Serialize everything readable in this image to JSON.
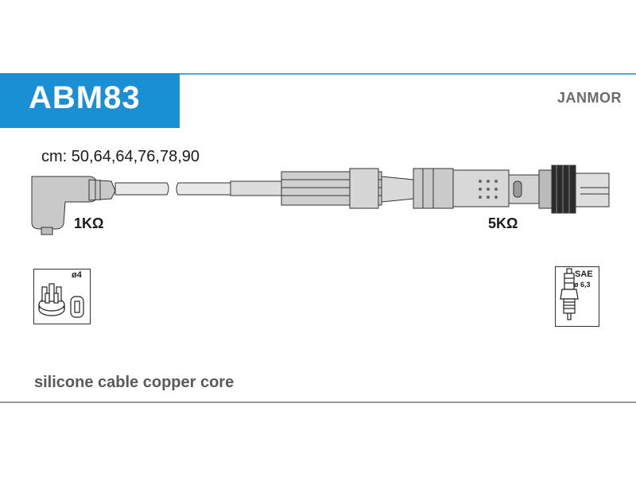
{
  "header": {
    "code": "ABM83",
    "brand": "JANMOR"
  },
  "spec": {
    "lengths": "cm: 50,64,64,76,78,90",
    "resistance_coil": "1KΩ",
    "resistance_plug": "5KΩ"
  },
  "icons": {
    "distributor_diameter": "ø4",
    "plug_standard": "SAE",
    "plug_diameter": "ø 6,3"
  },
  "footer": {
    "material": "silicone cable copper core"
  },
  "colors": {
    "accent": "#1a8fd3",
    "rule": "#4aaad6"
  }
}
